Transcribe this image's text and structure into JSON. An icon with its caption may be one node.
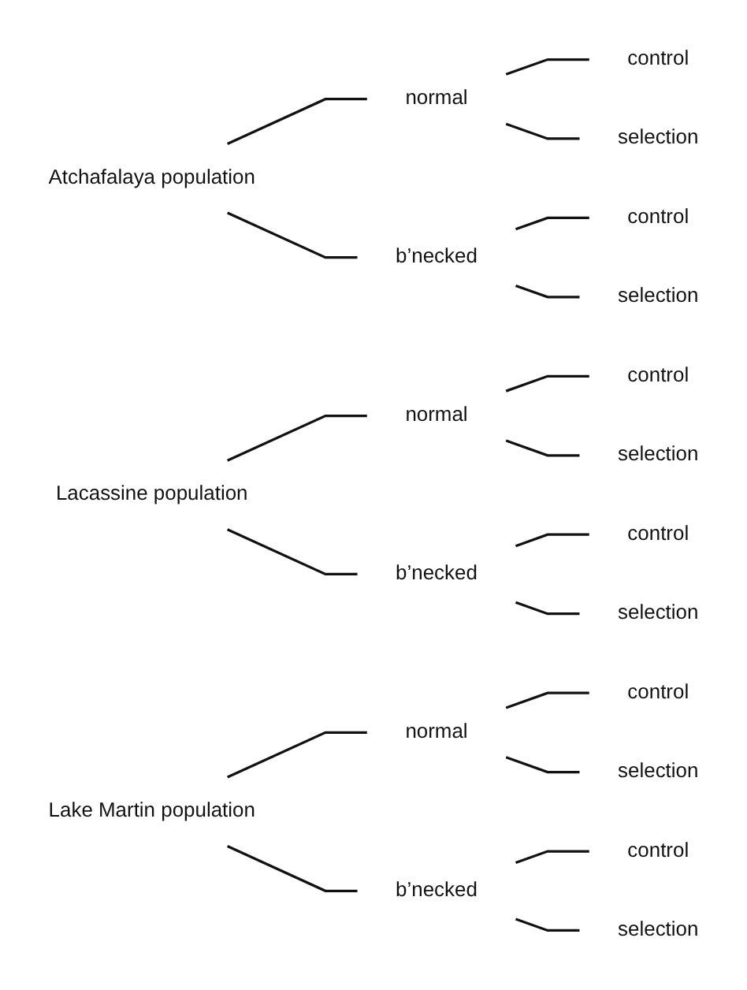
{
  "diagram": {
    "nodes": [
      {
        "text": [
          "Atchafalaya population"
        ]
      },
      {
        "text": [
          "normal"
        ]
      },
      {
        "text": [
          "control"
        ]
      },
      {
        "text": [
          "selection"
        ]
      },
      {
        "text": [
          "b’necked"
        ]
      },
      {
        "text": [
          "control"
        ]
      },
      {
        "text": [
          "selection"
        ]
      },
      {
        "text": [
          "Lacassine population"
        ]
      },
      {
        "text": [
          "normal"
        ]
      },
      {
        "text": [
          "control"
        ]
      },
      {
        "text": [
          "selection"
        ]
      },
      {
        "text": [
          "b’necked"
        ]
      },
      {
        "text": [
          "control"
        ]
      },
      {
        "text": [
          "selection"
        ]
      },
      {
        "text": [
          "Lake Martin population"
        ]
      },
      {
        "text": [
          "normal"
        ]
      },
      {
        "text": [
          "control"
        ]
      },
      {
        "text": [
          "selection"
        ]
      },
      {
        "text": [
          "b’necked"
        ]
      },
      {
        "text": [
          "control"
        ]
      },
      {
        "text": [
          "selection"
        ]
      }
    ],
    "edges": [
      {
        "from": 0,
        "to": 1,
        "arrow": "none"
      },
      {
        "from": 0,
        "to": 4,
        "arrow": "none"
      },
      {
        "from": 1,
        "to": 2,
        "arrow": "none"
      },
      {
        "from": 1,
        "to": 3,
        "arrow": "none"
      },
      {
        "from": 4,
        "to": 5,
        "arrow": "none"
      },
      {
        "from": 4,
        "to": 6,
        "arrow": "none"
      },
      {
        "from": 7,
        "to": 8,
        "arrow": "none"
      },
      {
        "from": 7,
        "to": 11,
        "arrow": "none"
      },
      {
        "from": 8,
        "to": 9,
        "arrow": "none"
      },
      {
        "from": 8,
        "to": 10,
        "arrow": "none"
      },
      {
        "from": 11,
        "to": 12,
        "arrow": "none"
      },
      {
        "from": 11,
        "to": 13,
        "arrow": "none"
      },
      {
        "from": 14,
        "to": 15,
        "arrow": "none"
      },
      {
        "from": 14,
        "to": 18,
        "arrow": "none"
      },
      {
        "from": 15,
        "to": 16,
        "arrow": "none"
      },
      {
        "from": 15,
        "to": 17,
        "arrow": "none"
      },
      {
        "from": 18,
        "to": 19,
        "arrow": "none"
      },
      {
        "from": 18,
        "to": 20,
        "arrow": "none"
      }
    ]
  }
}
